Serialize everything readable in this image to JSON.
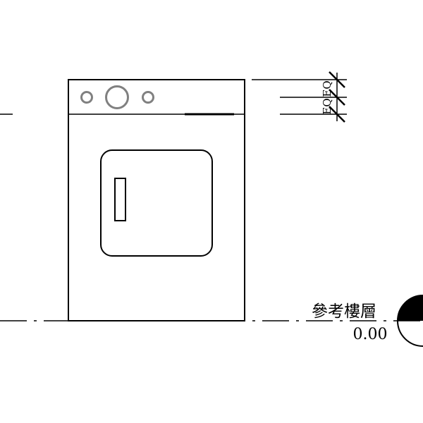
{
  "dimensions": {
    "upper_label": "EQ",
    "lower_label": "EQ"
  },
  "level_marker": {
    "title": "參考樓層",
    "value": "0.00"
  },
  "colors": {
    "line": "#000000",
    "knob": "#808080"
  }
}
